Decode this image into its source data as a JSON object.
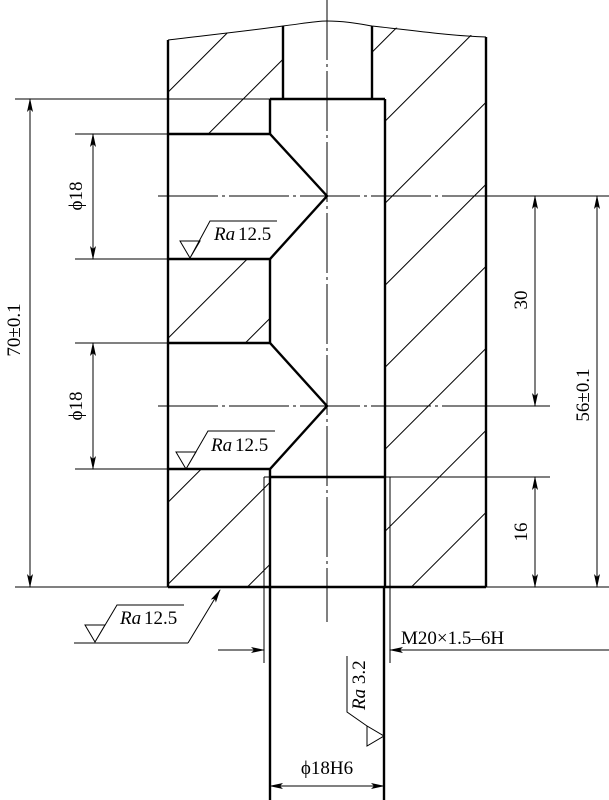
{
  "drawing": {
    "dimensions": {
      "overall_height": "70±0.1",
      "upper_hole_dia": "ϕ18",
      "lower_hole_dia": "ϕ18",
      "hole_spacing": "30",
      "hole_to_bottom": "56±0.1",
      "thread_depth": "16",
      "thread_spec": "M20×1.5–6H",
      "bore_fit": "ϕ18H6"
    },
    "roughness": {
      "ra_label": "Ra",
      "upper_hole": "12.5",
      "lower_hole": "12.5",
      "bottom_face": "12.5",
      "bore": "3.2"
    },
    "colors": {
      "line": "#000000",
      "background": "#ffffff"
    }
  }
}
